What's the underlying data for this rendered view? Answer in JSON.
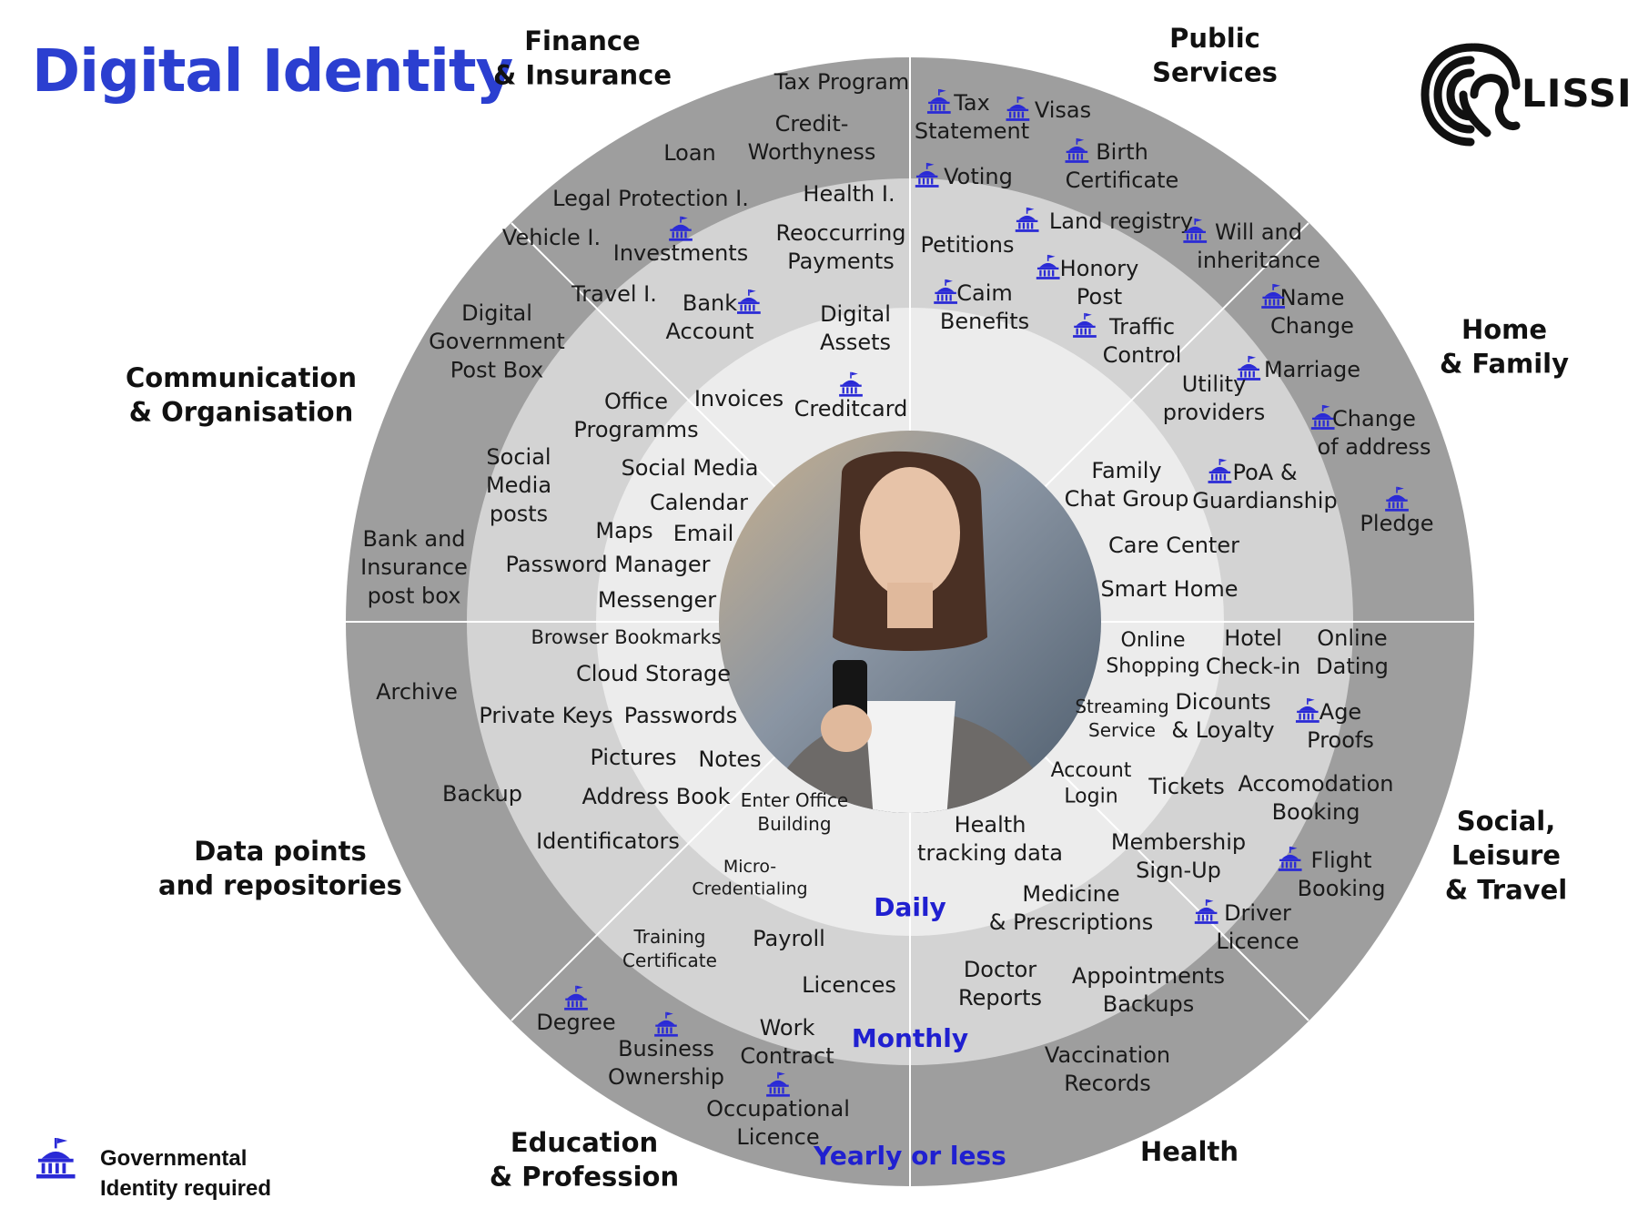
{
  "title": "Digital Identity",
  "logo": {
    "name": "lissi-logo",
    "text": "LISSI"
  },
  "legend": {
    "icon": "government-building-icon",
    "text": "Governmental\nIdentity required"
  },
  "colors": {
    "title": "#2b3fd0",
    "icon": "#2a2ad6",
    "frequency_label": "#2020d0",
    "outer_ring": "#9e9e9e",
    "middle_ring": "#d3d3d3",
    "inner_ring": "#ececec",
    "divider": "#ffffff"
  },
  "frequency_rings": [
    "Daily",
    "Monthly",
    "Yearly or less"
  ],
  "categories": [
    {
      "id": "finance",
      "label": "Finance\n& Insurance"
    },
    {
      "id": "public",
      "label": "Public\nServices"
    },
    {
      "id": "home",
      "label": "Home\n& Family"
    },
    {
      "id": "social",
      "label": "Social,\nLeisure\n& Travel"
    },
    {
      "id": "health",
      "label": "Health"
    },
    {
      "id": "education",
      "label": "Education\n& Profession"
    },
    {
      "id": "data",
      "label": "Data points\nand repositories"
    },
    {
      "id": "communication",
      "label": "Communication\n& Organisation"
    }
  ],
  "items": [
    {
      "label": "Tax Program",
      "gov": false
    },
    {
      "label": "Credit-\nWorthyness",
      "gov": false
    },
    {
      "label": "Loan",
      "gov": false
    },
    {
      "label": "Legal Protection I.",
      "gov": false
    },
    {
      "label": "Vehicle I.",
      "gov": false
    },
    {
      "label": "Health I.",
      "gov": false
    },
    {
      "label": "Investments",
      "gov": true
    },
    {
      "label": "Reoccurring\nPayments",
      "gov": false
    },
    {
      "label": "Travel I.",
      "gov": false
    },
    {
      "label": "Bank\nAccount",
      "gov": true
    },
    {
      "label": "Digital\nAssets",
      "gov": false
    },
    {
      "label": "Invoices",
      "gov": false
    },
    {
      "label": "Creditcard",
      "gov": true
    },
    {
      "label": "Tax\nStatement",
      "gov": true
    },
    {
      "label": "Visas",
      "gov": true
    },
    {
      "label": "Birth\nCertificate",
      "gov": true
    },
    {
      "label": "Voting",
      "gov": true
    },
    {
      "label": "Land registry",
      "gov": true
    },
    {
      "label": "Will and\ninheritance",
      "gov": true
    },
    {
      "label": "Petitions",
      "gov": false
    },
    {
      "label": "Honory\nPost",
      "gov": true
    },
    {
      "label": "Caim\nBenefits",
      "gov": true
    },
    {
      "label": "Traffic\nControl",
      "gov": true
    },
    {
      "label": "Name\nChange",
      "gov": true
    },
    {
      "label": "Marriage",
      "gov": true
    },
    {
      "label": "Change\nof address",
      "gov": true
    },
    {
      "label": "Pledge",
      "gov": true
    },
    {
      "label": "Utility\nproviders",
      "gov": false
    },
    {
      "label": "PoA &\nGuardianship",
      "gov": true
    },
    {
      "label": "Family\nChat Group",
      "gov": false
    },
    {
      "label": "Care Center",
      "gov": false
    },
    {
      "label": "Smart Home",
      "gov": false
    },
    {
      "label": "Online\nShopping",
      "gov": false
    },
    {
      "label": "Hotel\nCheck-in",
      "gov": false
    },
    {
      "label": "Online\nDating",
      "gov": false
    },
    {
      "label": "Streaming\nService",
      "gov": false
    },
    {
      "label": "Dicounts\n& Loyalty",
      "gov": false
    },
    {
      "label": "Age\nProofs",
      "gov": true
    },
    {
      "label": "Account\nLogin",
      "gov": false
    },
    {
      "label": "Tickets",
      "gov": false
    },
    {
      "label": "Accomodation\nBooking",
      "gov": false
    },
    {
      "label": "Membership\nSign-Up",
      "gov": false
    },
    {
      "label": "Flight\nBooking",
      "gov": true
    },
    {
      "label": "Driver\nLicence",
      "gov": true
    },
    {
      "label": "Health\ntracking data",
      "gov": false
    },
    {
      "label": "Medicine\n& Prescriptions",
      "gov": false
    },
    {
      "label": "Doctor\nReports",
      "gov": false
    },
    {
      "label": "Appointments\nBackups",
      "gov": false
    },
    {
      "label": "Vaccination\nRecords",
      "gov": false
    },
    {
      "label": "Enter Office\nBuilding",
      "gov": false
    },
    {
      "label": "Micro-\nCredentialing",
      "gov": false
    },
    {
      "label": "Training\nCertificate",
      "gov": false
    },
    {
      "label": "Payroll",
      "gov": false
    },
    {
      "label": "Licences",
      "gov": false
    },
    {
      "label": "Work\nContract",
      "gov": false
    },
    {
      "label": "Occupational\nLicence",
      "gov": true
    },
    {
      "label": "Business\nOwnership",
      "gov": true
    },
    {
      "label": "Degree",
      "gov": true
    },
    {
      "label": "Browser Bookmarks",
      "gov": false
    },
    {
      "label": "Cloud Storage",
      "gov": false
    },
    {
      "label": "Private Keys",
      "gov": false
    },
    {
      "label": "Passwords",
      "gov": false
    },
    {
      "label": "Pictures",
      "gov": false
    },
    {
      "label": "Notes",
      "gov": false
    },
    {
      "label": "Address Book",
      "gov": false
    },
    {
      "label": "Identificators",
      "gov": false
    },
    {
      "label": "Archive",
      "gov": false
    },
    {
      "label": "Backup",
      "gov": false
    },
    {
      "label": "Digital\nGovernment\nPost Box",
      "gov": false
    },
    {
      "label": "Office\nProgramms",
      "gov": false
    },
    {
      "label": "Social\nMedia\nposts",
      "gov": false
    },
    {
      "label": "Social Media",
      "gov": false
    },
    {
      "label": "Calendar",
      "gov": false
    },
    {
      "label": "Maps",
      "gov": false
    },
    {
      "label": "Email",
      "gov": false
    },
    {
      "label": "Password Manager",
      "gov": false
    },
    {
      "label": "Messenger",
      "gov": false
    },
    {
      "label": "Bank and\nInsurance\npost box",
      "gov": false
    }
  ]
}
